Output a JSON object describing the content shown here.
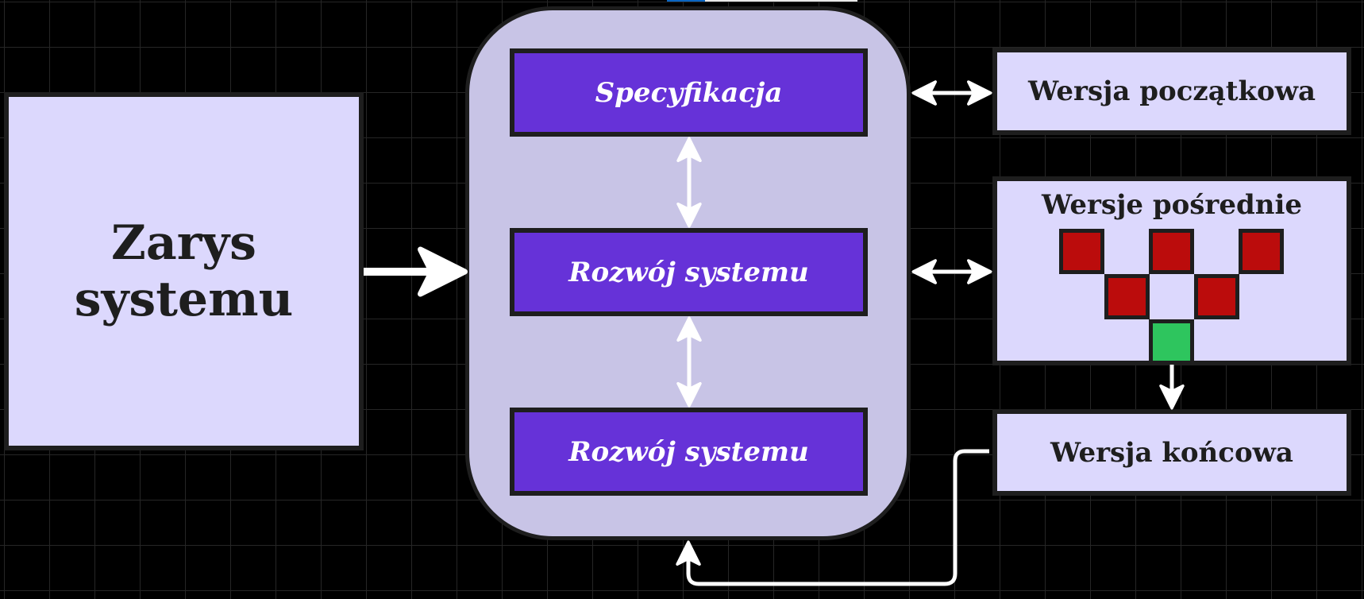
{
  "diagram": {
    "outline_box": {
      "label_line1": "Zarys",
      "label_line2": "systemu"
    },
    "process": {
      "steps": [
        {
          "label": "Specyfikacja"
        },
        {
          "label": "Rozwój systemu"
        },
        {
          "label": "Rozwój systemu"
        }
      ]
    },
    "versions": {
      "initial": {
        "label": "Wersja początkowa"
      },
      "intermediate": {
        "label": "Wersje pośrednie",
        "rejected_count": 5,
        "accepted_count": 1
      },
      "final": {
        "label": "Wersja końcowa"
      }
    },
    "colors": {
      "background": "#000000",
      "light_box": "#dcd8fd",
      "container": "#c8c4e6",
      "process_box": "#6632d8",
      "rejected": "#bb0c0c",
      "accepted": "#2ec55e",
      "arrow": "#ffffff"
    }
  }
}
